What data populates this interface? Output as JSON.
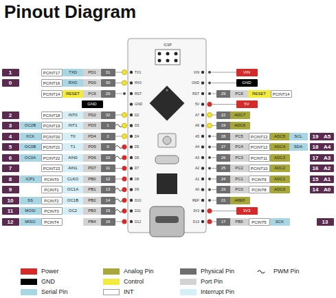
{
  "diagram": {
    "title": "Pinout Diagram",
    "labels": [
      "1",
      "PCINT17",
      "TXD",
      "PD1",
      "31",
      "0",
      "PCINT16",
      "RXD",
      "PD0",
      "30",
      "PCINT14",
      "RESET",
      "PC6",
      "29",
      "GND",
      "2",
      "PCINT18",
      "INT0",
      "PD2",
      "32",
      "3",
      "OC2B",
      "PCINT19",
      "INT1",
      "PD3",
      "1",
      "4",
      "XCK",
      "PCINT20",
      "T0",
      "PD4",
      "2",
      "5",
      "OC0B",
      "PCINT21",
      "T1",
      "PD5",
      "9",
      "6",
      "OC0A",
      "PCINT22",
      "AIN0",
      "PD6",
      "10",
      "7",
      "PCINT23",
      "AIN1",
      "PD7",
      "11",
      "8",
      "ICP1",
      "PCINT0",
      "CLKO",
      "PB0",
      "12",
      "9",
      "PCINT1",
      "OC1A",
      "PB1",
      "13",
      "10",
      "SS",
      "PCINT2",
      "OC1B",
      "PB2",
      "14",
      "11",
      "MOSI",
      "PCINT3",
      "OC2",
      "PB3",
      "15",
      "12",
      "MISO",
      "PCINT4",
      "PB4",
      "16",
      "VIN",
      "GND",
      "29",
      "PC6",
      "RESET",
      "PCINT14",
      "5V",
      "22",
      "ADC7",
      "19",
      "ADC6",
      "28",
      "PC5",
      "PCINT13",
      "ADC5",
      "SCL",
      "19",
      "A5",
      "27",
      "PC4",
      "PCINT12",
      "ADC4",
      "SDA",
      "18",
      "A4",
      "26",
      "PC3",
      "PCINT11",
      "ADC3",
      "17",
      "A3",
      "25",
      "PC2",
      "PCINT10",
      "ADC2",
      "16",
      "A2",
      "24",
      "PC1",
      "PCINT9",
      "ADC1",
      "15",
      "A1",
      "23",
      "PC0",
      "PCINT8",
      "ADC0",
      "14",
      "A0",
      "21",
      "AREF",
      "3V3",
      "17",
      "PB5",
      "PCINT5",
      "SCK",
      "13",
      "TX1",
      "RX0",
      "RST",
      "GND",
      "D2",
      "D3",
      "D4",
      "D5",
      "D6",
      "D7",
      "D8",
      "D9",
      "D10",
      "D11",
      "D12",
      "VIN",
      "GND",
      "RST",
      "5V",
      "A7",
      "A6",
      "A5",
      "A4",
      "A3",
      "A2",
      "A1",
      "A0",
      "REF",
      "3V3",
      "D13",
      "ICSP"
    ],
    "legend": [
      {
        "text": "Power",
        "color": "#d42a2a"
      },
      {
        "text": "GND",
        "color": "#000000"
      },
      {
        "text": "Serial Pin",
        "color": "#a9d6e5"
      },
      {
        "text": "Analog Pin",
        "color": "#a8a83a"
      },
      {
        "text": "Control",
        "color": "#f2ea3c"
      },
      {
        "text": "INT",
        "color": "#ffffff"
      },
      {
        "text": "Physical Pin",
        "color": "#6e6e6e"
      },
      {
        "text": "Port Pin",
        "color": "#d3d3d3"
      },
      {
        "text": "Interrupt Pin",
        "color": "#d6eef5"
      },
      {
        "text": "PWM Pin"
      }
    ]
  }
}
